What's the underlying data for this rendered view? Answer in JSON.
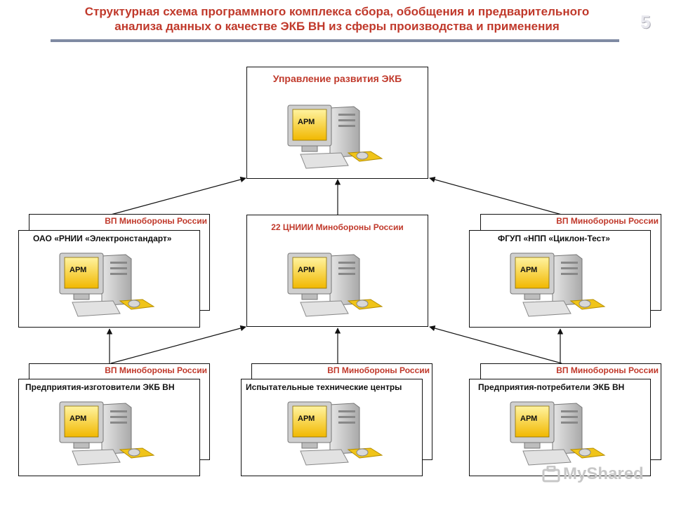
{
  "slide": {
    "title_line1": "Структурная схема программного комплекса сбора, обобщения и предварительного",
    "title_line2": "анализа данных о качестве ЭКБ ВН из сферы производства и применения",
    "number": "5"
  },
  "top_node": {
    "title": "Управление развития ЭКБ",
    "arm": "АРМ"
  },
  "middle_nodes": [
    {
      "back_label": "ВП Минобороны России",
      "title": "ОАО «РНИИ «Электронстандарт»",
      "arm": "АРМ"
    },
    {
      "title": "22 ЦНИИИ Минобороны России",
      "arm": "АРМ"
    },
    {
      "back_label": "ВП Минобороны России",
      "title": "ФГУП «НПП «Циклон-Тест»",
      "arm": "АРМ"
    }
  ],
  "bottom_nodes": [
    {
      "back_label": "ВП Минобороны России",
      "title": "Предприятия-изготовители ЭКБ ВН",
      "arm": "АРМ"
    },
    {
      "back_label": "ВП Минобороны России",
      "title": "Испытательные технические центры",
      "arm": "АРМ"
    },
    {
      "back_label": "ВП Минобороны России",
      "title": "Предприятия-потребители ЭКБ ВН",
      "arm": "АРМ"
    }
  ],
  "watermark": "MyShared"
}
